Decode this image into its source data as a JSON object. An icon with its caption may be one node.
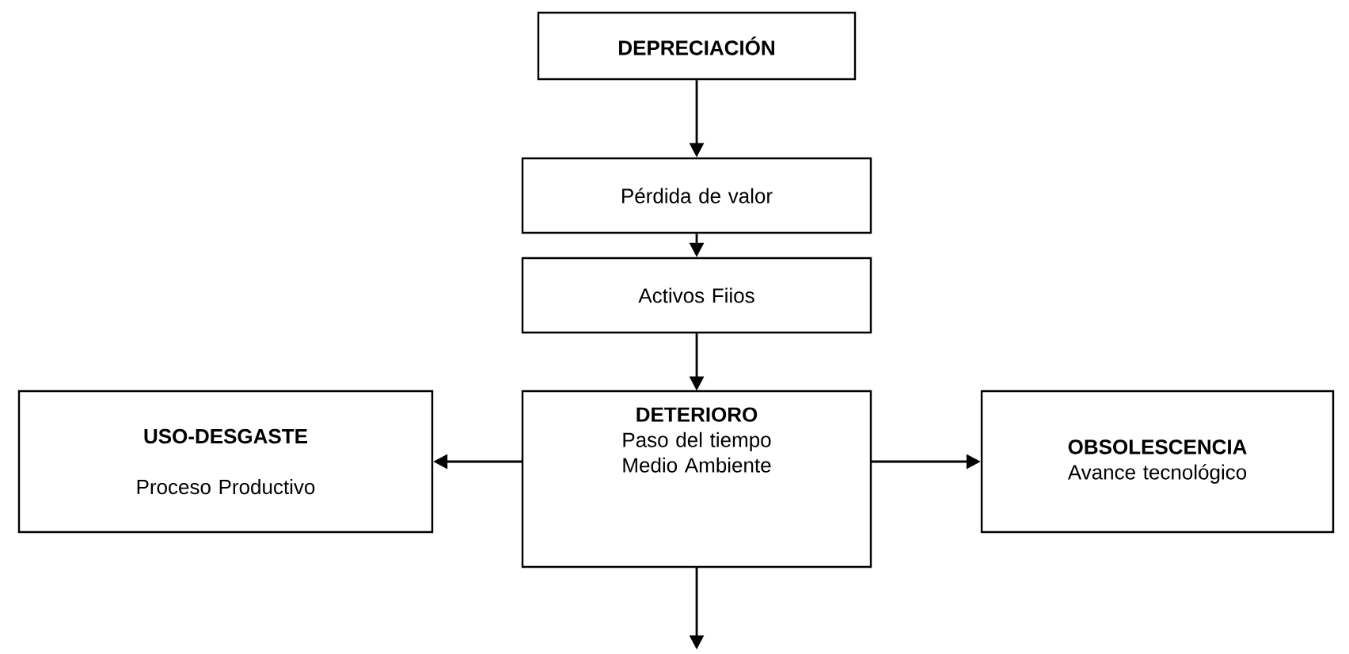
{
  "diagram": {
    "nodes": [
      {
        "text": [
          "DEPRECIACIÓN"
        ]
      },
      {
        "text": [
          "Pérdida de valor"
        ]
      },
      {
        "text": [
          "Activos Fiios"
        ]
      },
      {
        "text": [
          "USO-DESGASTE",
          "Proceso Productivo"
        ]
      },
      {
        "text": [
          "DETERIORO",
          "Paso del tiempo Medio Ambiente"
        ]
      },
      {
        "text": [
          "OBSOLESCENCIA",
          "Avance tecnológico"
        ]
      }
    ],
    "edges": [
      {
        "from": 0,
        "to": 1,
        "arrow": "to"
      },
      {
        "from": 1,
        "to": 2,
        "arrow": "to"
      },
      {
        "from": 2,
        "to": 4,
        "arrow": "to"
      },
      {
        "from": 4,
        "to": 3,
        "arrow": "to"
      },
      {
        "from": 4,
        "to": 5,
        "arrow": "to"
      },
      {
        "from": 4,
        "to": null,
        "arrow": "to"
      }
    ]
  }
}
